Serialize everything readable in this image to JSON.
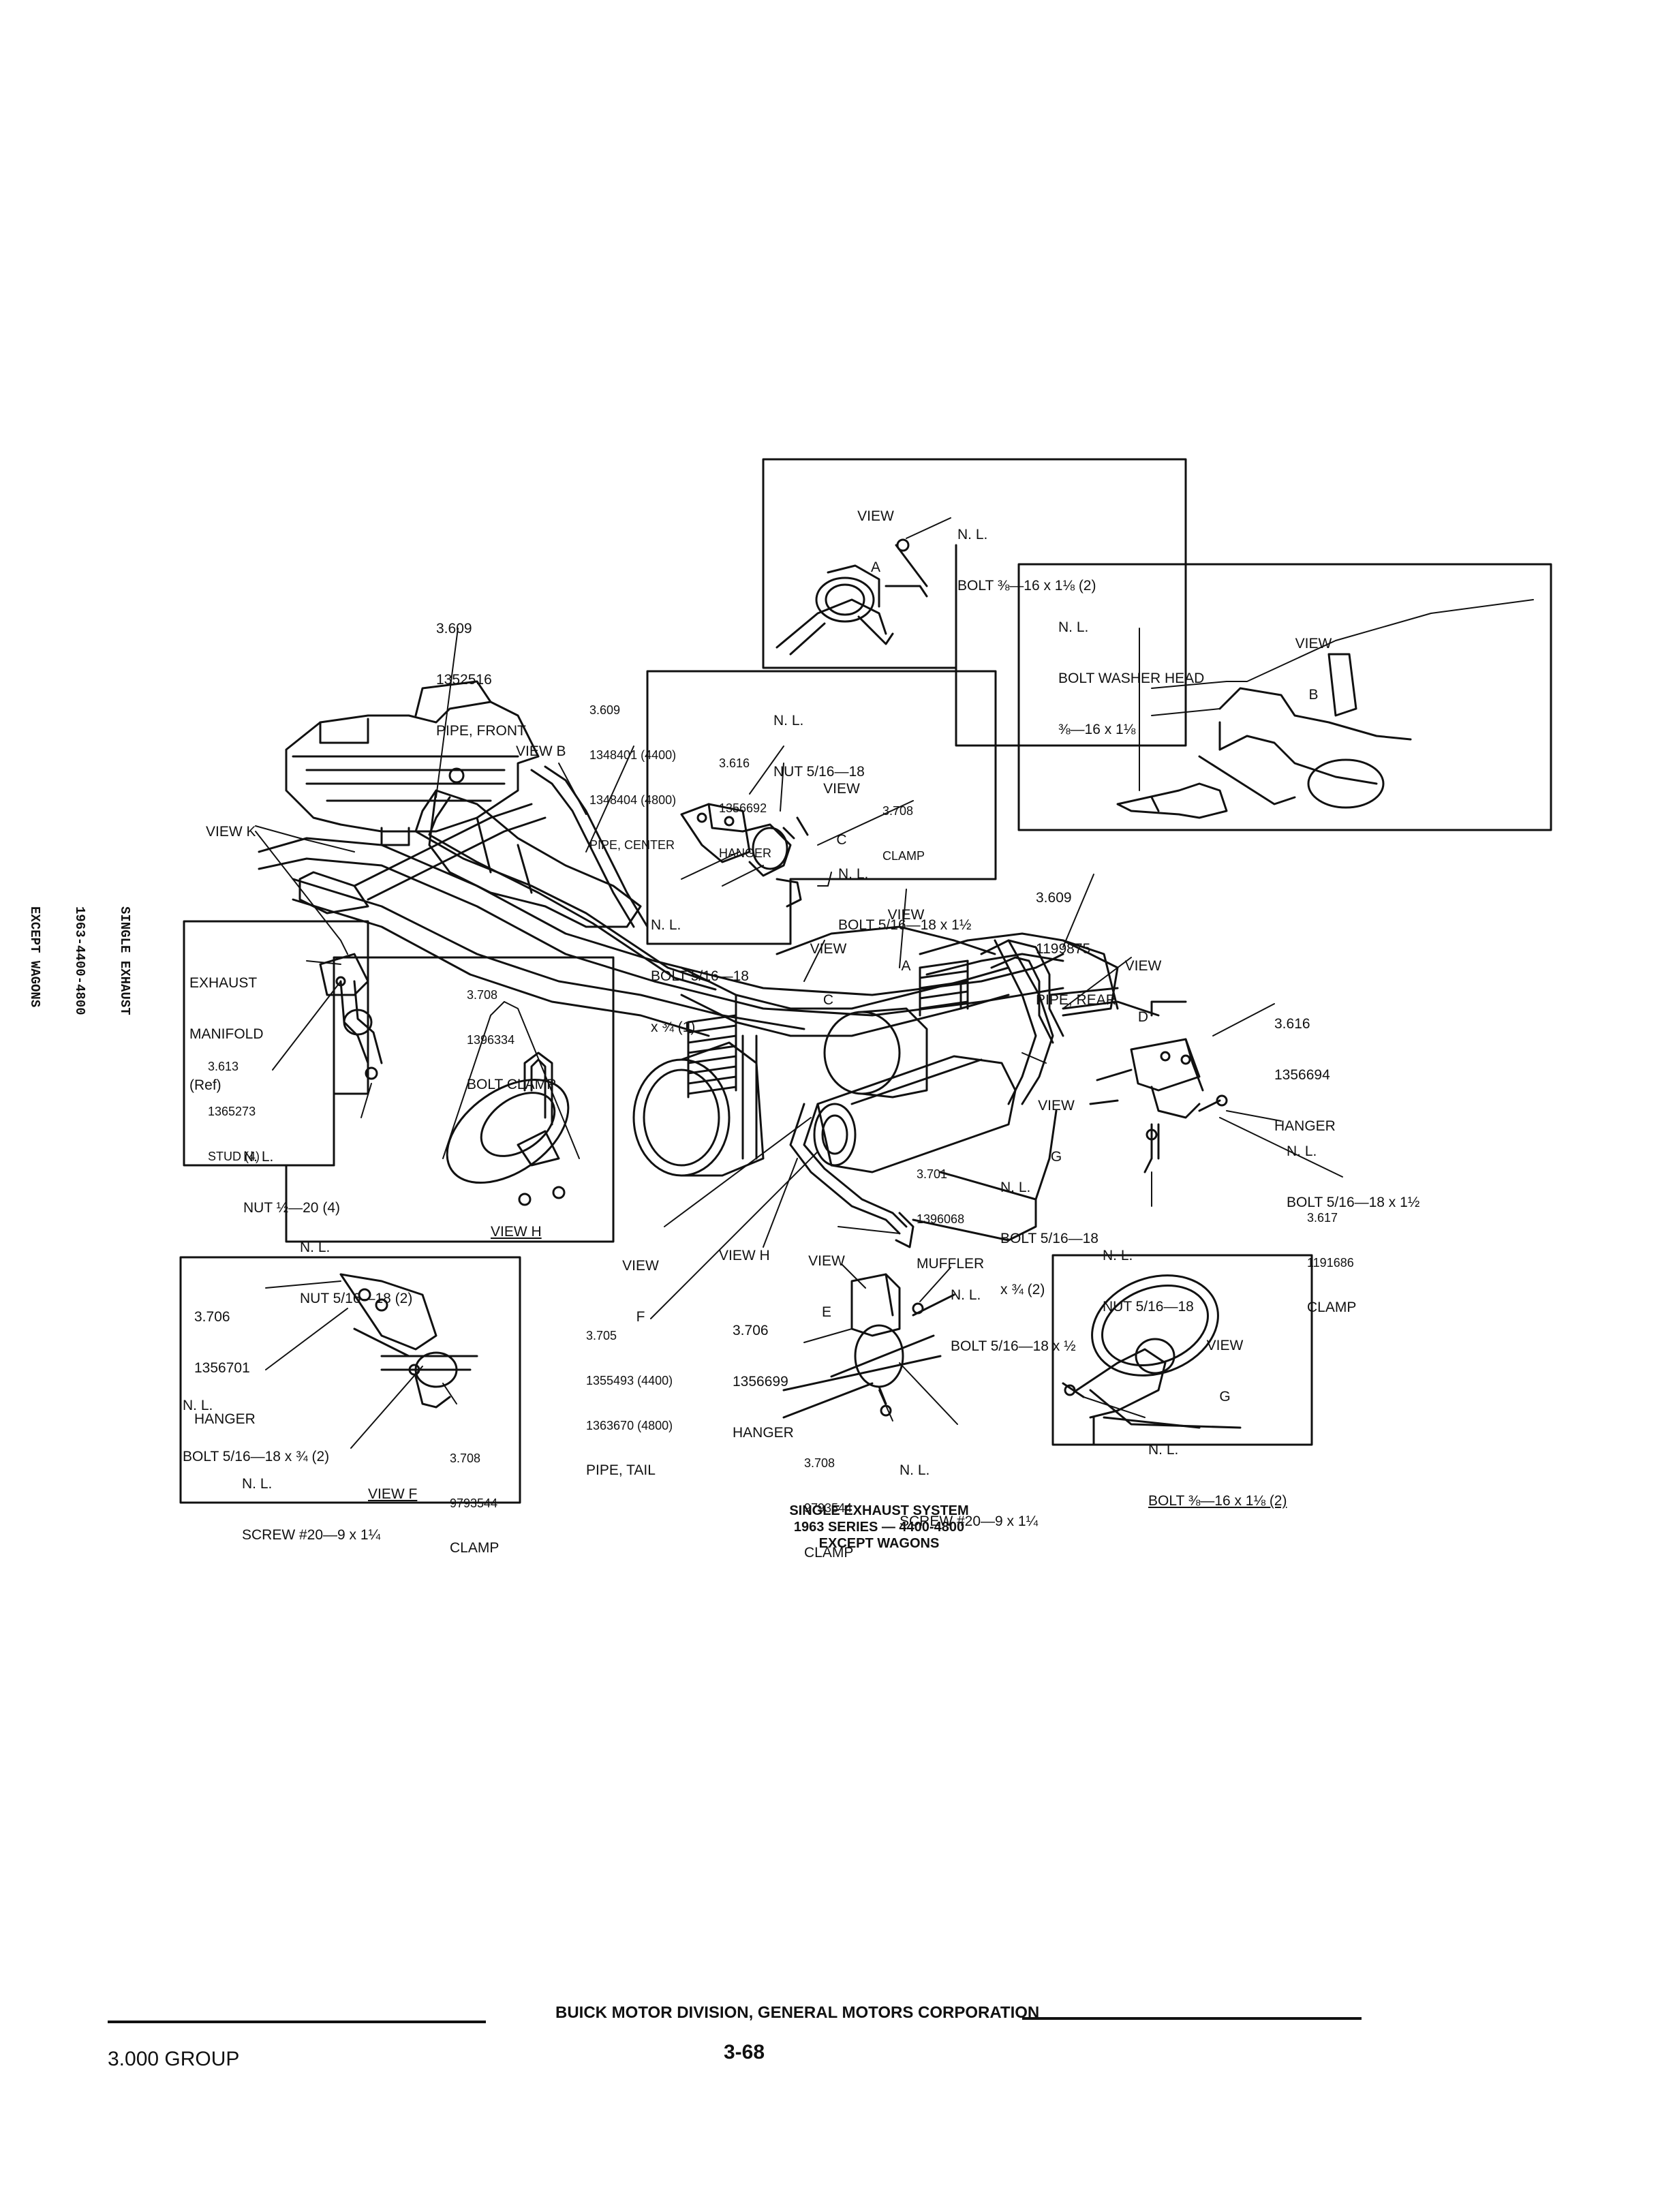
{
  "diagram": {
    "caption": [
      "SINGLE EXHAUST SYSTEM",
      "1963 SERIES — 4400-4800",
      "EXCEPT WAGONS"
    ],
    "side_caption": [
      "SINGLE EXHAUST",
      "1963-4400-4800",
      "EXCEPT WAGONS"
    ],
    "labels": {
      "view_a_title": [
        "VIEW",
        "A"
      ],
      "view_a_bolt": [
        "N. L.",
        "BOLT ⅜—16 x 1⅛ (2)"
      ],
      "view_b_bolt": [
        "N. L.",
        "BOLT WASHER HEAD",
        "⅜—16 x 1⅛"
      ],
      "view_b_title": [
        "VIEW",
        "B"
      ],
      "pipe_front": [
        "3.609",
        "1352516",
        "PIPE, FRONT"
      ],
      "pipe_center": [
        "3.609",
        "1348401 (4400)",
        "1348404 (4800)",
        "PIPE, CENTER"
      ],
      "view_c_nut": [
        "N. L.",
        "NUT 5/16—18"
      ],
      "view_c_hanger": [
        "3.616",
        "1356692",
        "HANGER"
      ],
      "view_c_title": [
        "VIEW",
        "C"
      ],
      "view_c_clamp": [
        "3.708",
        "CLAMP"
      ],
      "view_c_bolt1": [
        "N. L.",
        "BOLT 5/16—18 x 1½"
      ],
      "view_c_bolt2": [
        "N. L.",
        "BOLT 5/16—18",
        "x ¾ (1)"
      ],
      "view_b_call": "VIEW B",
      "view_k_call": "VIEW K",
      "manifold": [
        "EXHAUST",
        "MANIFOLD",
        "(Ref)"
      ],
      "stud": [
        "3.613",
        "1365273",
        "STUD (4)"
      ],
      "nut_half": [
        "N. L.",
        "NUT ½—20 (4)"
      ],
      "bolt_clamp": [
        "3.708",
        "1396334",
        "BOLT CLAMP"
      ],
      "nut_h": [
        "N. L.",
        "NUT 5/16—18 (2)"
      ],
      "view_h_title": "VIEW H",
      "view_a_call": [
        "VIEW",
        "A"
      ],
      "view_c_call": [
        "VIEW",
        "C"
      ],
      "pipe_rear": [
        "3.609",
        "1199875",
        "PIPE, REAR"
      ],
      "view_d_call": [
        "VIEW",
        "D"
      ],
      "hanger_rear": [
        "3.616",
        "1356694",
        "HANGER"
      ],
      "view_g_call": [
        "VIEW",
        "G"
      ],
      "bolt_g": [
        "N. L.",
        "BOLT 5/16—18 x 1½"
      ],
      "muffler": [
        "3.701",
        "1396068",
        "MUFFLER"
      ],
      "bolt_muffler": [
        "N. L.",
        "BOLT 5/16—18",
        "x ¾ (2)"
      ],
      "clamp_rear": [
        "3.617",
        "1191686",
        "CLAMP"
      ],
      "nut_rear": [
        "N. L.",
        "NUT 5/16—18"
      ],
      "view_f_call": [
        "VIEW",
        "F"
      ],
      "view_h_call": "VIEW H",
      "view_e_call": [
        "VIEW",
        "E"
      ],
      "bolt_e": [
        "N. L.",
        "BOLT 5/16—18 x ½"
      ],
      "hanger_f": [
        "3.706",
        "1356701",
        "HANGER"
      ],
      "bolt_f": [
        "N. L.",
        "BOLT 5/16—18 x ¾ (2)"
      ],
      "clamp_f": [
        "3.708",
        "9793544",
        "CLAMP"
      ],
      "screw_f": [
        "N. L.",
        "SCREW #20—9 x 1¼"
      ],
      "view_f_title": "VIEW F",
      "pipe_tail": [
        "3.705",
        "1355493 (4400)",
        "1363670 (4800)",
        "PIPE, TAIL"
      ],
      "hanger_e": [
        "3.706",
        "1356699",
        "HANGER"
      ],
      "clamp_e": [
        "3.708",
        "9793544",
        "CLAMP"
      ],
      "screw_e": [
        "N. L.",
        "SCREW #20—9 x 1¼"
      ],
      "view_g_title": [
        "VIEW",
        "G"
      ],
      "bolt_view_g": [
        "N. L.",
        "BOLT ⅜—16 x 1⅛ (2)"
      ]
    }
  },
  "footer": {
    "company": "BUICK MOTOR DIVISION, GENERAL MOTORS CORPORATION",
    "group": "3.000 GROUP",
    "page": "3-68"
  }
}
